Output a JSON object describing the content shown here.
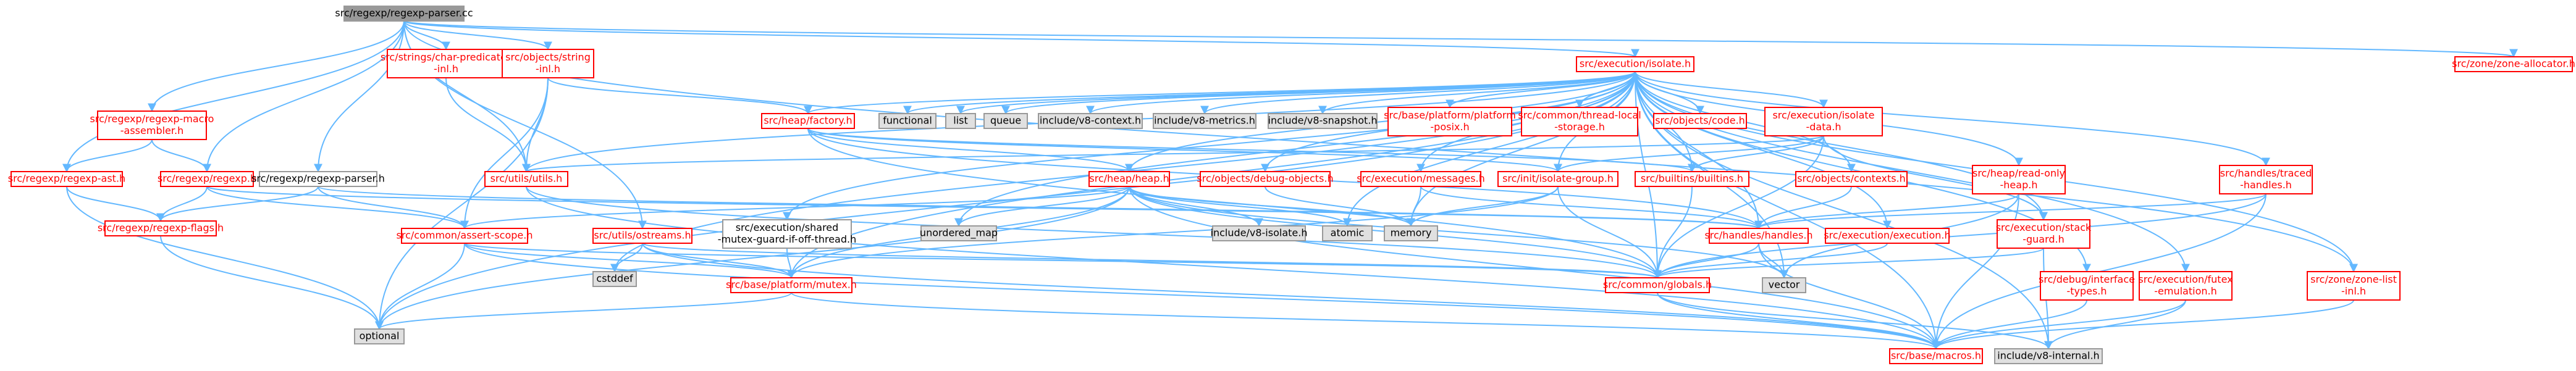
{
  "colors": {
    "edge": "#63b8ff",
    "red_border": "#ff0000",
    "gray_border": "#999999",
    "root_fill": "#999999",
    "system_fill": "#e0e0e0",
    "node_fill": "#ffffff",
    "text": "#000000",
    "red_text": "#ff0000"
  },
  "nodes": [
    {
      "id": "root",
      "lines": [
        "src/regexp/regexp-parser.cc"
      ],
      "style": "root"
    },
    {
      "id": "char_predicates",
      "lines": [
        "src/strings/char-predicates",
        "-inl.h"
      ],
      "style": "red"
    },
    {
      "id": "string_inl",
      "lines": [
        "src/objects/string",
        "-inl.h"
      ],
      "style": "red"
    },
    {
      "id": "macro_assembler",
      "lines": [
        "src/regexp/regexp-macro",
        "-assembler.h"
      ],
      "style": "red"
    },
    {
      "id": "regexp_ast",
      "lines": [
        "src/regexp/regexp-ast.h"
      ],
      "style": "red"
    },
    {
      "id": "regexp_h",
      "lines": [
        "src/regexp/regexp.h"
      ],
      "style": "red"
    },
    {
      "id": "regexp_parser_h",
      "lines": [
        "src/regexp/regexp-parser.h"
      ],
      "style": "gray"
    },
    {
      "id": "regexp_flags",
      "lines": [
        "src/regexp/regexp-flags.h"
      ],
      "style": "red"
    },
    {
      "id": "isolate_h",
      "lines": [
        "src/execution/isolate.h"
      ],
      "style": "red"
    },
    {
      "id": "zone_allocator",
      "lines": [
        "src/zone/zone-allocator.h"
      ],
      "style": "red"
    },
    {
      "id": "heap_factory",
      "lines": [
        "src/heap/factory.h"
      ],
      "style": "red"
    },
    {
      "id": "functional",
      "lines": [
        "functional"
      ],
      "style": "system"
    },
    {
      "id": "list",
      "lines": [
        "list"
      ],
      "style": "system"
    },
    {
      "id": "queue",
      "lines": [
        "queue"
      ],
      "style": "system"
    },
    {
      "id": "v8_context",
      "lines": [
        "include/v8-context.h"
      ],
      "style": "system"
    },
    {
      "id": "v8_metrics",
      "lines": [
        "include/v8-metrics.h"
      ],
      "style": "system"
    },
    {
      "id": "v8_snapshot",
      "lines": [
        "include/v8-snapshot.h"
      ],
      "style": "system"
    },
    {
      "id": "platform_posix",
      "lines": [
        "src/base/platform/platform",
        "-posix.h"
      ],
      "style": "red"
    },
    {
      "id": "thread_local",
      "lines": [
        "src/common/thread-local",
        "-storage.h"
      ],
      "style": "red"
    },
    {
      "id": "objects_code",
      "lines": [
        "src/objects/code.h"
      ],
      "style": "red"
    },
    {
      "id": "isolate_data",
      "lines": [
        "src/execution/isolate",
        "-data.h"
      ],
      "style": "red"
    },
    {
      "id": "utils_h",
      "lines": [
        "src/utils/utils.h"
      ],
      "style": "red"
    },
    {
      "id": "heap_h",
      "lines": [
        "src/heap/heap.h"
      ],
      "style": "red"
    },
    {
      "id": "debug_objects",
      "lines": [
        "src/objects/debug-objects.h"
      ],
      "style": "red"
    },
    {
      "id": "exec_messages",
      "lines": [
        "src/execution/messages.h"
      ],
      "style": "red"
    },
    {
      "id": "init_isolate_group",
      "lines": [
        "src/init/isolate-group.h"
      ],
      "style": "red"
    },
    {
      "id": "builtins_h",
      "lines": [
        "src/builtins/builtins.h"
      ],
      "style": "red"
    },
    {
      "id": "objects_contexts",
      "lines": [
        "src/objects/contexts.h"
      ],
      "style": "red"
    },
    {
      "id": "heap_read_only",
      "lines": [
        "src/heap/read-only",
        "-heap.h"
      ],
      "style": "red"
    },
    {
      "id": "handles_traced",
      "lines": [
        "src/handles/traced",
        "-handles.h"
      ],
      "style": "red"
    },
    {
      "id": "assert_scope",
      "lines": [
        "src/common/assert-scope.h"
      ],
      "style": "red"
    },
    {
      "id": "unordered_map",
      "lines": [
        "unordered_map"
      ],
      "style": "system"
    },
    {
      "id": "v8_isolate",
      "lines": [
        "include/v8-isolate.h"
      ],
      "style": "system"
    },
    {
      "id": "atomic",
      "lines": [
        "atomic"
      ],
      "style": "system"
    },
    {
      "id": "memory",
      "lines": [
        "memory"
      ],
      "style": "system"
    },
    {
      "id": "handles_h",
      "lines": [
        "src/handles/handles.h"
      ],
      "style": "red"
    },
    {
      "id": "exec_execution",
      "lines": [
        "src/execution/execution.h"
      ],
      "style": "red"
    },
    {
      "id": "exec_stack_guard",
      "lines": [
        "src/execution/stack",
        "-guard.h"
      ],
      "style": "red"
    },
    {
      "id": "ostreams",
      "lines": [
        "src/utils/ostreams.h"
      ],
      "style": "red"
    },
    {
      "id": "shared_mutex",
      "lines": [
        "src/execution/shared",
        "-mutex-guard-if-off-thread.h"
      ],
      "style": "gray"
    },
    {
      "id": "cstddef",
      "lines": [
        "cstddef"
      ],
      "style": "system"
    },
    {
      "id": "platform_mutex",
      "lines": [
        "src/base/platform/mutex.h"
      ],
      "style": "red"
    },
    {
      "id": "vector",
      "lines": [
        "vector"
      ],
      "style": "system"
    },
    {
      "id": "common_globals",
      "lines": [
        "src/common/globals.h"
      ],
      "style": "red"
    },
    {
      "id": "debug_interface_types",
      "lines": [
        "src/debug/interface",
        "-types.h"
      ],
      "style": "red"
    },
    {
      "id": "futex_emulation",
      "lines": [
        "src/execution/futex",
        "-emulation.h"
      ],
      "style": "red"
    },
    {
      "id": "zone_list_inl",
      "lines": [
        "src/zone/zone-list",
        "-inl.h"
      ],
      "style": "red"
    },
    {
      "id": "optional",
      "lines": [
        "optional"
      ],
      "style": "system"
    },
    {
      "id": "base_macros",
      "lines": [
        "src/base/macros.h"
      ],
      "style": "red"
    },
    {
      "id": "v8_internal",
      "lines": [
        "include/v8-internal.h"
      ],
      "style": "system"
    }
  ],
  "edges": [
    [
      "root",
      "char_predicates"
    ],
    [
      "root",
      "string_inl"
    ],
    [
      "root",
      "macro_assembler"
    ],
    [
      "root",
      "regexp_ast"
    ],
    [
      "root",
      "regexp_h"
    ],
    [
      "root",
      "regexp_parser_h"
    ],
    [
      "root",
      "isolate_h"
    ],
    [
      "root",
      "zone_allocator"
    ],
    [
      "root",
      "utils_h"
    ],
    [
      "root",
      "ostreams"
    ],
    [
      "root",
      "zone_list_inl"
    ],
    [
      "char_predicates",
      "utils_h"
    ],
    [
      "string_inl",
      "heap_factory"
    ],
    [
      "string_inl",
      "utils_h"
    ],
    [
      "string_inl",
      "assert_scope"
    ],
    [
      "string_inl",
      "optional"
    ],
    [
      "macro_assembler",
      "regexp_ast"
    ],
    [
      "macro_assembler",
      "regexp_h"
    ],
    [
      "regexp_ast",
      "regexp_flags"
    ],
    [
      "regexp_ast",
      "optional"
    ],
    [
      "regexp_h",
      "regexp_flags"
    ],
    [
      "regexp_h",
      "assert_scope"
    ],
    [
      "regexp_h",
      "handles_h"
    ],
    [
      "regexp_parser_h",
      "assert_scope"
    ],
    [
      "regexp_parser_h",
      "regexp_flags"
    ],
    [
      "regexp_parser_h",
      "handles_h"
    ],
    [
      "regexp_flags",
      "optional"
    ],
    [
      "isolate_h",
      "functional"
    ],
    [
      "isolate_h",
      "list"
    ],
    [
      "isolate_h",
      "queue"
    ],
    [
      "isolate_h",
      "v8_context"
    ],
    [
      "isolate_h",
      "v8_metrics"
    ],
    [
      "isolate_h",
      "v8_snapshot"
    ],
    [
      "isolate_h",
      "platform_posix"
    ],
    [
      "isolate_h",
      "thread_local"
    ],
    [
      "isolate_h",
      "objects_code"
    ],
    [
      "isolate_h",
      "isolate_data"
    ],
    [
      "isolate_h",
      "heap_factory"
    ],
    [
      "isolate_h",
      "heap_h"
    ],
    [
      "isolate_h",
      "debug_objects"
    ],
    [
      "isolate_h",
      "exec_messages"
    ],
    [
      "isolate_h",
      "init_isolate_group"
    ],
    [
      "isolate_h",
      "builtins_h"
    ],
    [
      "isolate_h",
      "objects_contexts"
    ],
    [
      "isolate_h",
      "heap_read_only"
    ],
    [
      "isolate_h",
      "handles_traced"
    ],
    [
      "isolate_h",
      "exec_execution"
    ],
    [
      "isolate_h",
      "exec_stack_guard"
    ],
    [
      "isolate_h",
      "debug_interface_types"
    ],
    [
      "isolate_h",
      "futex_emulation"
    ],
    [
      "isolate_h",
      "zone_list_inl"
    ],
    [
      "isolate_h",
      "common_globals"
    ],
    [
      "isolate_h",
      "handles_h"
    ],
    [
      "isolate_h",
      "unordered_map"
    ],
    [
      "isolate_h",
      "atomic"
    ],
    [
      "isolate_h",
      "memory"
    ],
    [
      "isolate_h",
      "vector"
    ],
    [
      "isolate_h",
      "optional"
    ],
    [
      "isolate_h",
      "platform_mutex"
    ],
    [
      "isolate_h",
      "shared_mutex"
    ],
    [
      "isolate_h",
      "v8_internal"
    ],
    [
      "isolate_h",
      "base_macros"
    ],
    [
      "isolate_h",
      "utils_h"
    ],
    [
      "isolate_h",
      "cstddef"
    ],
    [
      "heap_factory",
      "heap_h"
    ],
    [
      "heap_factory",
      "builtins_h"
    ],
    [
      "heap_factory",
      "handles_h"
    ],
    [
      "heap_factory",
      "init_isolate_group"
    ],
    [
      "heap_factory",
      "common_globals"
    ],
    [
      "isolate_data",
      "utils_h"
    ],
    [
      "isolate_data",
      "builtins_h"
    ],
    [
      "isolate_data",
      "exec_stack_guard"
    ],
    [
      "isolate_data",
      "init_isolate_group"
    ],
    [
      "isolate_data",
      "common_globals"
    ],
    [
      "utils_h",
      "common_globals"
    ],
    [
      "utils_h",
      "base_macros"
    ],
    [
      "heap_h",
      "assert_scope"
    ],
    [
      "heap_h",
      "unordered_map"
    ],
    [
      "heap_h",
      "v8_isolate"
    ],
    [
      "heap_h",
      "atomic"
    ],
    [
      "heap_h",
      "memory"
    ],
    [
      "heap_h",
      "platform_mutex"
    ],
    [
      "heap_h",
      "common_globals"
    ],
    [
      "heap_h",
      "vector"
    ],
    [
      "heap_h",
      "optional"
    ],
    [
      "heap_h",
      "base_macros"
    ],
    [
      "debug_objects",
      "memory"
    ],
    [
      "exec_messages",
      "memory"
    ],
    [
      "exec_messages",
      "handles_h"
    ],
    [
      "init_isolate_group",
      "memory"
    ],
    [
      "init_isolate_group",
      "platform_mutex"
    ],
    [
      "init_isolate_group",
      "common_globals"
    ],
    [
      "builtins_h",
      "common_globals"
    ],
    [
      "objects_contexts",
      "handles_h"
    ],
    [
      "heap_read_only",
      "handles_h"
    ],
    [
      "heap_read_only",
      "base_macros"
    ],
    [
      "heap_read_only",
      "vector"
    ],
    [
      "handles_traced",
      "handles_h"
    ],
    [
      "handles_traced",
      "common_globals"
    ],
    [
      "handles_traced",
      "base_macros"
    ],
    [
      "handles_h",
      "common_globals"
    ],
    [
      "handles_h",
      "base_macros"
    ],
    [
      "handles_h",
      "vector"
    ],
    [
      "exec_execution",
      "common_globals"
    ],
    [
      "exec_stack_guard",
      "common_globals"
    ],
    [
      "exec_stack_guard",
      "v8_internal"
    ],
    [
      "assert_scope",
      "platform_mutex"
    ],
    [
      "assert_scope",
      "common_globals"
    ],
    [
      "assert_scope",
      "optional"
    ],
    [
      "assert_scope",
      "base_macros"
    ],
    [
      "ostreams",
      "cstddef"
    ],
    [
      "ostreams",
      "platform_mutex"
    ],
    [
      "ostreams",
      "common_globals"
    ],
    [
      "ostreams",
      "base_macros"
    ],
    [
      "shared_mutex",
      "platform_mutex"
    ],
    [
      "platform_mutex",
      "optional"
    ],
    [
      "platform_mutex",
      "base_macros"
    ],
    [
      "common_globals",
      "base_macros"
    ],
    [
      "common_globals",
      "v8_internal"
    ],
    [
      "debug_interface_types",
      "base_macros"
    ],
    [
      "futex_emulation",
      "base_macros"
    ],
    [
      "futex_emulation",
      "v8_internal"
    ],
    [
      "zone_list_inl",
      "base_macros"
    ]
  ]
}
